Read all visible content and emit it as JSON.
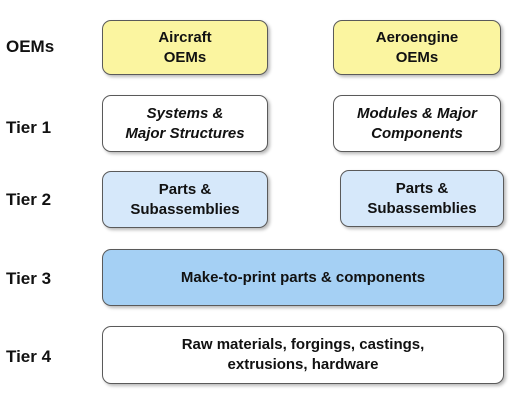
{
  "tiers": {
    "oems": "OEMs",
    "tier1": "Tier 1",
    "tier2": "Tier 2",
    "tier3": "Tier 3",
    "tier4": "Tier 4"
  },
  "boxes": {
    "aircraft_oems": "Aircraft\nOEMs",
    "aeroengine_oems": "Aeroengine\nOEMs",
    "systems_structures": "Systems &\nMajor Structures",
    "modules_components": "Modules & Major\nComponents",
    "parts_subassemblies_left": "Parts &\nSubassemblies",
    "parts_subassemblies_right": "Parts &\nSubassemblies",
    "make_to_print": "Make-to-print parts & components",
    "raw_materials": "Raw materials, forgings, castings,\nextrusions, hardware"
  },
  "colors": {
    "oem_fill": "#fbf5a0",
    "tier1_fill": "#ffffff",
    "tier2_fill": "#d6e8fa",
    "tier3_fill": "#a5d0f4",
    "tier4_fill": "#ffffff",
    "border": "#5a5a5a"
  }
}
